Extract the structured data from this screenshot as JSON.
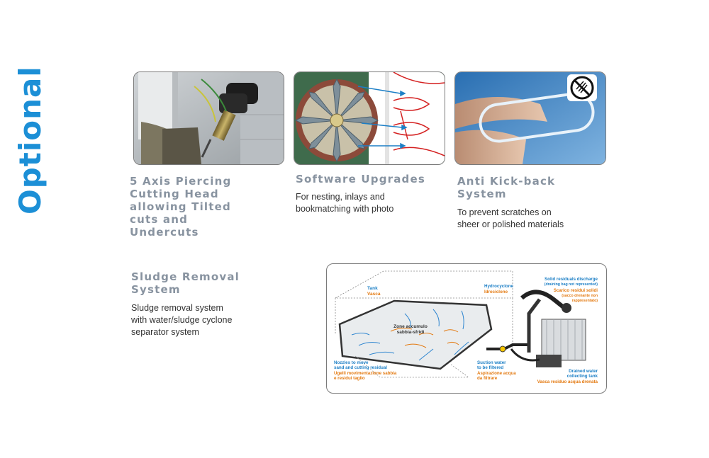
{
  "page": {
    "section_title": "Optional"
  },
  "features": [
    {
      "title": "5 Axis Piercing Cutting Head allowing Tilted cuts and Undercuts",
      "title_lines": [
        "5 Axis Piercing",
        "Cutting Head",
        "allowing Tilted",
        "cuts and",
        "Undercuts"
      ],
      "description_lines": []
    },
    {
      "title": "Software Upgrades",
      "title_lines": [
        "Software Upgrades"
      ],
      "description_lines": [
        "For nesting, inlays and",
        "bookmatching with photo"
      ]
    },
    {
      "title": "Anti Kick-back System",
      "title_lines": [
        "Anti Kick-back",
        "System"
      ],
      "description_lines": [
        "To prevent scratches on",
        "sheer or polished materials"
      ]
    },
    {
      "title": "Sludge Removal System",
      "title_lines": [
        "Sludge Removal",
        "System"
      ],
      "description_lines": [
        "Sludge removal system",
        "with water/sludge cyclone",
        "separator system"
      ]
    }
  ],
  "diagram": {
    "tank": {
      "en": "Tank",
      "it": "Vasca"
    },
    "zone": {
      "line1": "Zone accumulo",
      "line2": "sabbia-sfridi"
    },
    "nozzles": {
      "en1": "Nozzles to move",
      "en2": "sand and cutting residual",
      "it1": "Ugelli movimentazione sabbia",
      "it2": "e residui taglio"
    },
    "suction": {
      "en1": "Suction water",
      "en2": "to be filtered",
      "it1": "Aspirazione acqua",
      "it2": "da filtrare"
    },
    "hydrocyclone": {
      "en": "Hydrocyclone",
      "it": "Idrociclone"
    },
    "solid": {
      "en1": "Solid residuals discharge",
      "en2": "(draining bag not represented)",
      "it1": "Scarico residui solidi",
      "it2": "(sacco drenante non",
      "it3": "rappresentato)"
    },
    "drained": {
      "en1": "Drained water",
      "en2": "collecting tank",
      "it1": "Vasca residuo acqua drenata"
    }
  },
  "icons": {
    "anti_kickback_badge": "no-scratch-icon"
  },
  "colors": {
    "accent_blue": "#1c8fd6",
    "title_gray": "#8893a0",
    "label_orange": "#e3780e"
  }
}
